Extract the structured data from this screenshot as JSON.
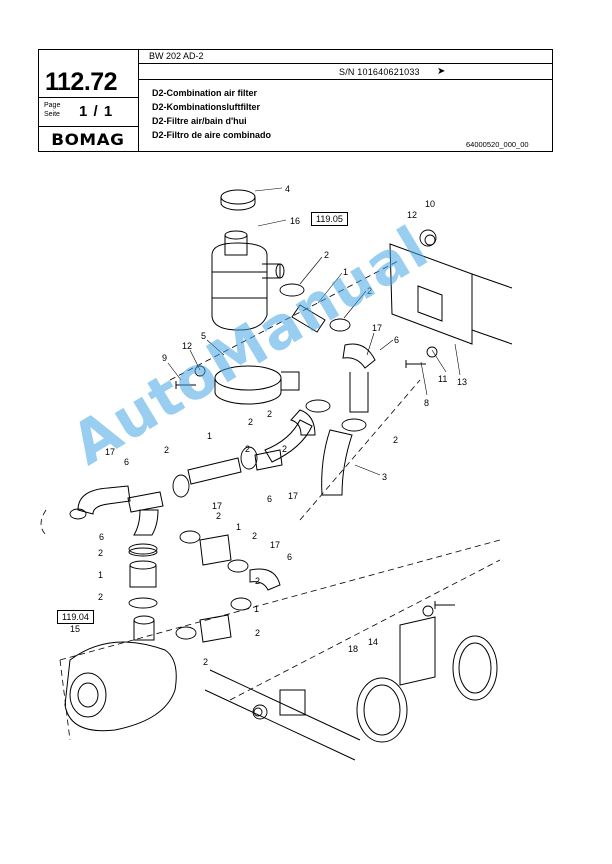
{
  "header": {
    "model": "BW 202 AD-2",
    "serial": "S/N 101640621033",
    "serial_arrow": "➤",
    "page_number": "112.72",
    "page_label_1": "Page",
    "page_label_2": "Seite",
    "page_value": "1 / 1",
    "logo": "BOMAG",
    "titles": [
      "D2-Combination air filter",
      "D2-Kombinationsluftfilter",
      "D2-Filtre air/bain d'hui",
      "D2-Filtro de aire combinado"
    ],
    "doc_number": "64000520_000_00"
  },
  "drawing": {
    "ref_boxes": [
      "119.05",
      "119.04"
    ],
    "callouts": [
      "4",
      "16",
      "10",
      "12",
      "2",
      "1",
      "2",
      "5",
      "17",
      "6",
      "9",
      "12",
      "11",
      "13",
      "8",
      "2",
      "1",
      "2",
      "2",
      "2",
      "3",
      "6",
      "17",
      "17",
      "6",
      "2",
      "2",
      "17",
      "1",
      "6",
      "2",
      "2",
      "2",
      "1",
      "17",
      "6",
      "2",
      "2",
      "1",
      "2",
      "15",
      "14",
      "18",
      "2"
    ]
  },
  "watermark": "AutoManual",
  "colors": {
    "watermark": "#46a5e6",
    "line": "#000000"
  }
}
